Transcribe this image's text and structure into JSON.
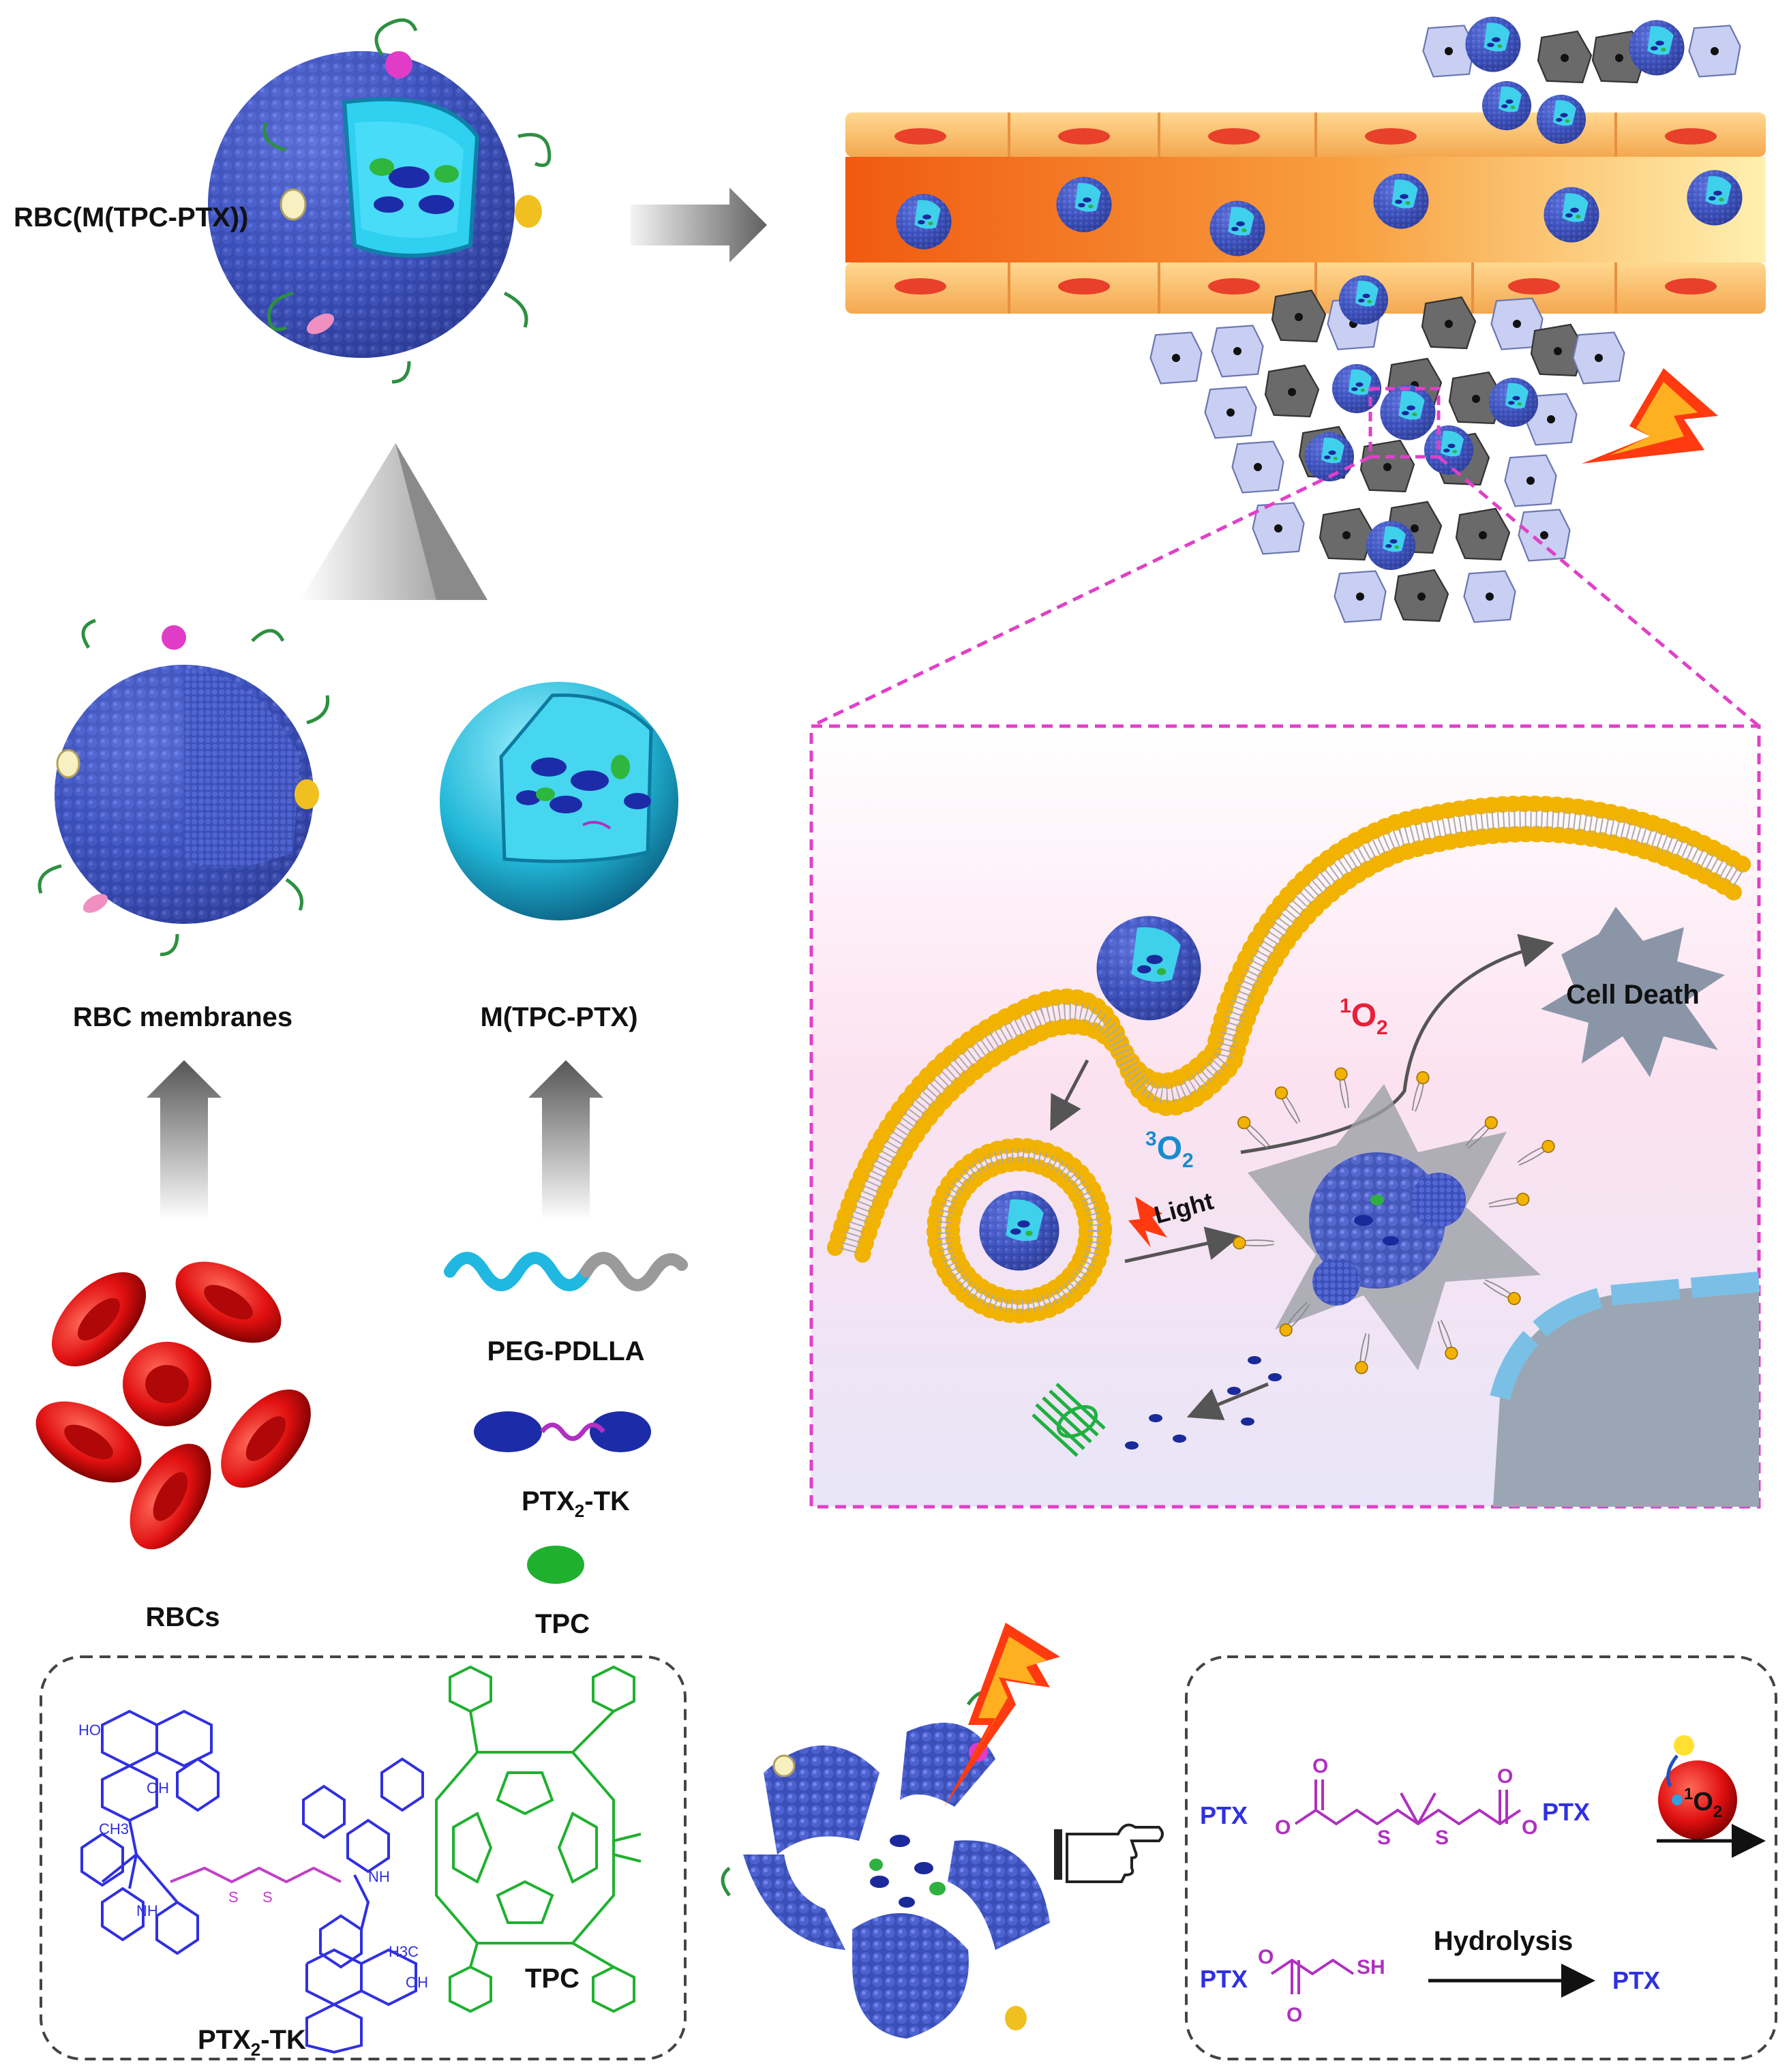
{
  "labels": {
    "rbc_m_tpc_ptx": "RBC(M(TPC-PTX))",
    "rbc_membranes": "RBC membranes",
    "m_tpc_ptx": "M(TPC-PTX)",
    "rbcs": "RBCs",
    "peg_pdlla": "PEG-PDLLA",
    "ptx2_tk_legend_main": "PTX",
    "ptx2_tk_legend_sub": "2",
    "ptx2_tk_legend_suffix": "-TK",
    "tpc_legend": "TPC",
    "ptx2_tk_struct_main": "PTX",
    "ptx2_tk_struct_sub": "2",
    "ptx2_tk_struct_suffix": "-TK",
    "tpc_struct": "TPC"
  },
  "cell_panel": {
    "cell_death": "Cell Death",
    "singlet_oxygen_sup": "1",
    "singlet_oxygen_main": "O",
    "singlet_oxygen_sub": "2",
    "triplet_oxygen_sup": "3",
    "triplet_oxygen_main": "O",
    "triplet_oxygen_sub": "2",
    "light": "Light"
  },
  "reaction": {
    "ptx_left": "PTX",
    "o_left": "O",
    "o_top_left": "O",
    "s1": "S",
    "s2": "S",
    "o_top_right": "O",
    "o_right": "O",
    "ptx_right": "PTX",
    "oxidant_sup": "1",
    "oxidant_main": "O",
    "oxidant_sub": "2",
    "ptx_bottom": "PTX",
    "o_bottom": "O",
    "o_carbonyl_bottom": "O",
    "sh": "SH",
    "hydrolysis": "Hydrolysis",
    "ptx_product": "PTX"
  },
  "structure_atoms": {
    "ho_1": "HO",
    "oh_1": "OH",
    "nh_1": "NH",
    "nh_2": "NH",
    "o_s1": "S",
    "o_s2": "S",
    "oh_2": "OH",
    "h3c": "H3C",
    "ch3": "CH3"
  },
  "colors": {
    "nanoparticle_blue": "#3b4fb8",
    "core_cyan": "#22b8d8",
    "rbc_red": "#e01010",
    "panel_border": "#e040c8",
    "ptx_text": "#3030e0",
    "linker_purple": "#b030c0",
    "tpc_green": "#20b030",
    "vessel_orange": "#f07020"
  },
  "icons": [
    "arrow-right-icon",
    "arrow-up-icon",
    "lightning-icon",
    "pointing-hand-icon",
    "cell-death-burst-icon"
  ]
}
